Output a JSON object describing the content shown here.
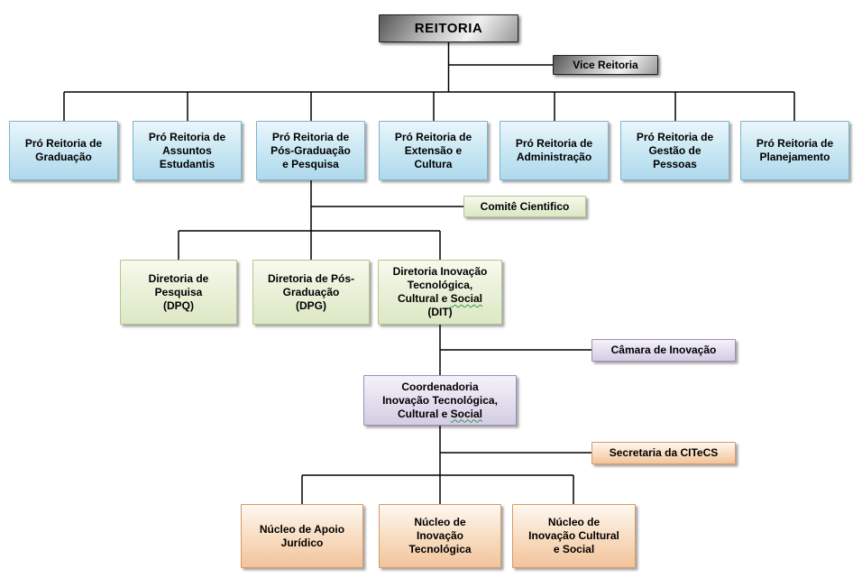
{
  "nodes": {
    "reitoria": {
      "label": "REITORIA"
    },
    "vice_reitoria": {
      "label": "Vice Reitoria"
    },
    "pro_reitorias": [
      {
        "lines": [
          "Pró Reitoria de",
          "Graduação"
        ]
      },
      {
        "lines": [
          "Pró Reitoria de",
          "Assuntos",
          "Estudantis"
        ]
      },
      {
        "lines": [
          "Pró Reitoria de",
          "Pós-Graduação",
          "e Pesquisa"
        ]
      },
      {
        "lines": [
          "Pró Reitoria de",
          "Extensão e",
          "Cultura"
        ]
      },
      {
        "lines": [
          "Pró Reitoria de",
          "Administração"
        ]
      },
      {
        "lines": [
          "Pró Reitoria de",
          "Gestão de",
          "Pessoas"
        ]
      },
      {
        "lines": [
          "Pró Reitoria de",
          "Planejamento"
        ]
      }
    ],
    "comite_cientifico": {
      "label": "Comitê Cientifico"
    },
    "diretorias": [
      {
        "lines": [
          "Diretoria de",
          "Pesquisa",
          "(DPQ)"
        ]
      },
      {
        "lines": [
          "Diretoria de Pós-",
          "Graduação",
          "(DPG)"
        ]
      },
      {
        "text_before": "Diretoria Inovação\nTecnológica,\nCultural e ",
        "wavy_word": "Social",
        "text_after": "\n(DIT)"
      }
    ],
    "camara_inovacao": {
      "label": "Câmara de Inovação"
    },
    "coordenadoria": {
      "text_before": "Coordenadoria\nInovação Tecnológica,\nCultural e ",
      "wavy_word": "Social",
      "text_after": ""
    },
    "secretaria_citecs": {
      "label": "Secretaria da CITeCS"
    },
    "nucleos": [
      {
        "lines": [
          "Núcleo de Apoio",
          "Jurídico"
        ]
      },
      {
        "lines": [
          "Núcleo de",
          "Inovação",
          "Tecnológica"
        ]
      },
      {
        "lines": [
          "Núcleo de",
          "Inovação Cultural",
          "e Social"
        ]
      }
    ]
  },
  "structure": {
    "REITORIA": [
      "Vice Reitoria (staff)",
      "Pró Reitoria de Graduação",
      "Pró Reitoria de Assuntos Estudantis",
      "Pró Reitoria de Pós-Graduação e Pesquisa",
      "Pró Reitoria de Extensão e Cultura",
      "Pró Reitoria de Administração",
      "Pró Reitoria de Gestão de Pessoas",
      "Pró Reitoria de Planejamento"
    ],
    "Pró Reitoria de Pós-Graduação e Pesquisa": [
      "Comitê Cientifico (staff)",
      "Diretoria de Pesquisa (DPQ)",
      "Diretoria de Pós-Graduação (DPG)",
      "Diretoria Inovação Tecnológica, Cultural e Social (DIT)"
    ],
    "Diretoria Inovação Tecnológica, Cultural e Social (DIT)": [
      "Câmara de Inovação (staff)",
      "Coordenadoria Inovação Tecnológica, Cultural e Social"
    ],
    "Coordenadoria Inovação Tecnológica, Cultural e Social": [
      "Secretaria da CITeCS (staff)",
      "Núcleo de Apoio Jurídico",
      "Núcleo de Inovação Tecnológica",
      "Núcleo de Inovação Cultural e Social"
    ]
  },
  "colors": {
    "connector_line": "#000000",
    "gray_box_gradient": [
      "#575757",
      "#f1f1f1",
      "#999999"
    ],
    "blue_fill_top": "#ebf6fb",
    "blue_fill_bottom": "#aed9ec",
    "blue_border": "#7db3cf",
    "green_fill_top": "#f7faee",
    "green_fill_bottom": "#dce8c4",
    "green_border": "#b5c58d",
    "purple_fill_top": "#f4f2f9",
    "purple_fill_bottom": "#d4cde3",
    "purple_border": "#9c8eba",
    "orange_fill_top": "#fdf8f1",
    "orange_fill_bottom": "#f2c49c",
    "orange_border": "#d89a66",
    "misspell_underline": "#2f9e44"
  }
}
